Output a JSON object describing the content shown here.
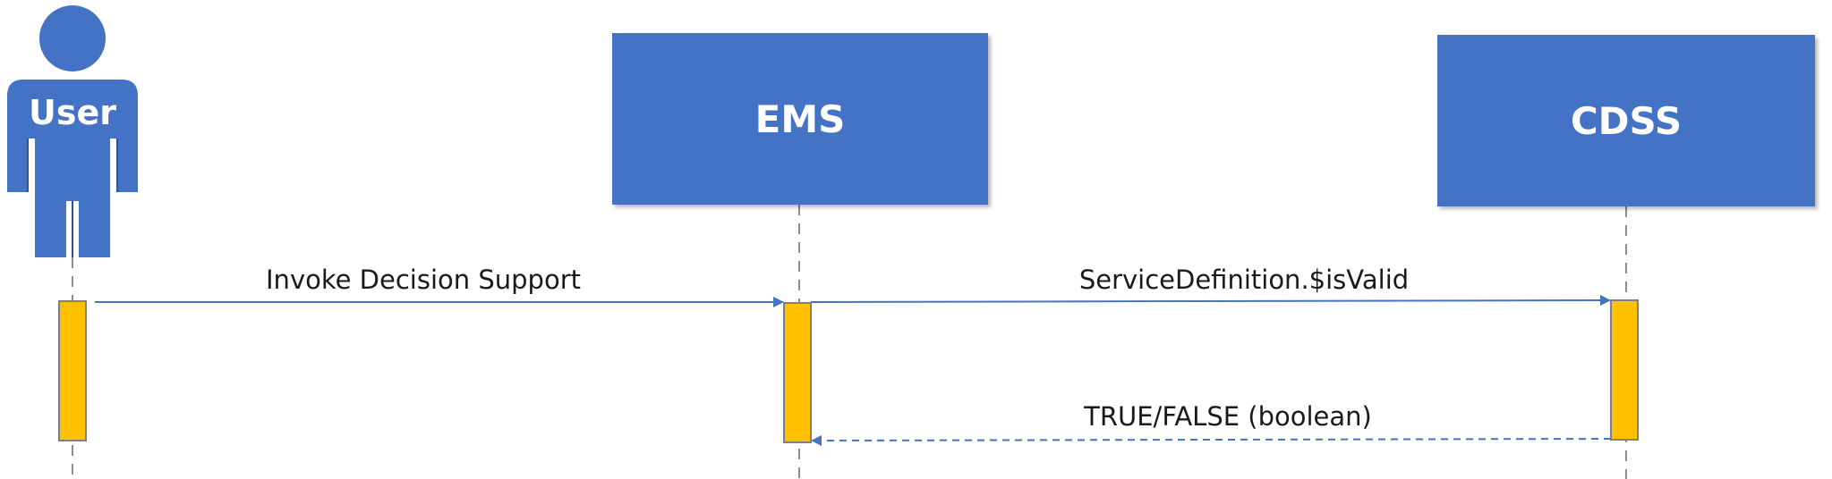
{
  "participants": {
    "user": {
      "label": "User"
    },
    "ems": {
      "label": "EMS"
    },
    "cdss": {
      "label": "CDSS"
    }
  },
  "messages": [
    {
      "label": "Invoke Decision Support",
      "from": "User",
      "to": "EMS",
      "style": "solid"
    },
    {
      "label": "ServiceDefinition.$isValid",
      "from": "EMS",
      "to": "CDSS",
      "style": "solid"
    },
    {
      "label": "TRUE/FALSE (boolean)",
      "from": "CDSS",
      "to": "EMS",
      "style": "dashed"
    }
  ],
  "colors": {
    "participant_fill": "#4472c4",
    "activation_fill": "#ffc000",
    "arrow": "#4472c4",
    "lifeline": "#8c8c8c"
  }
}
